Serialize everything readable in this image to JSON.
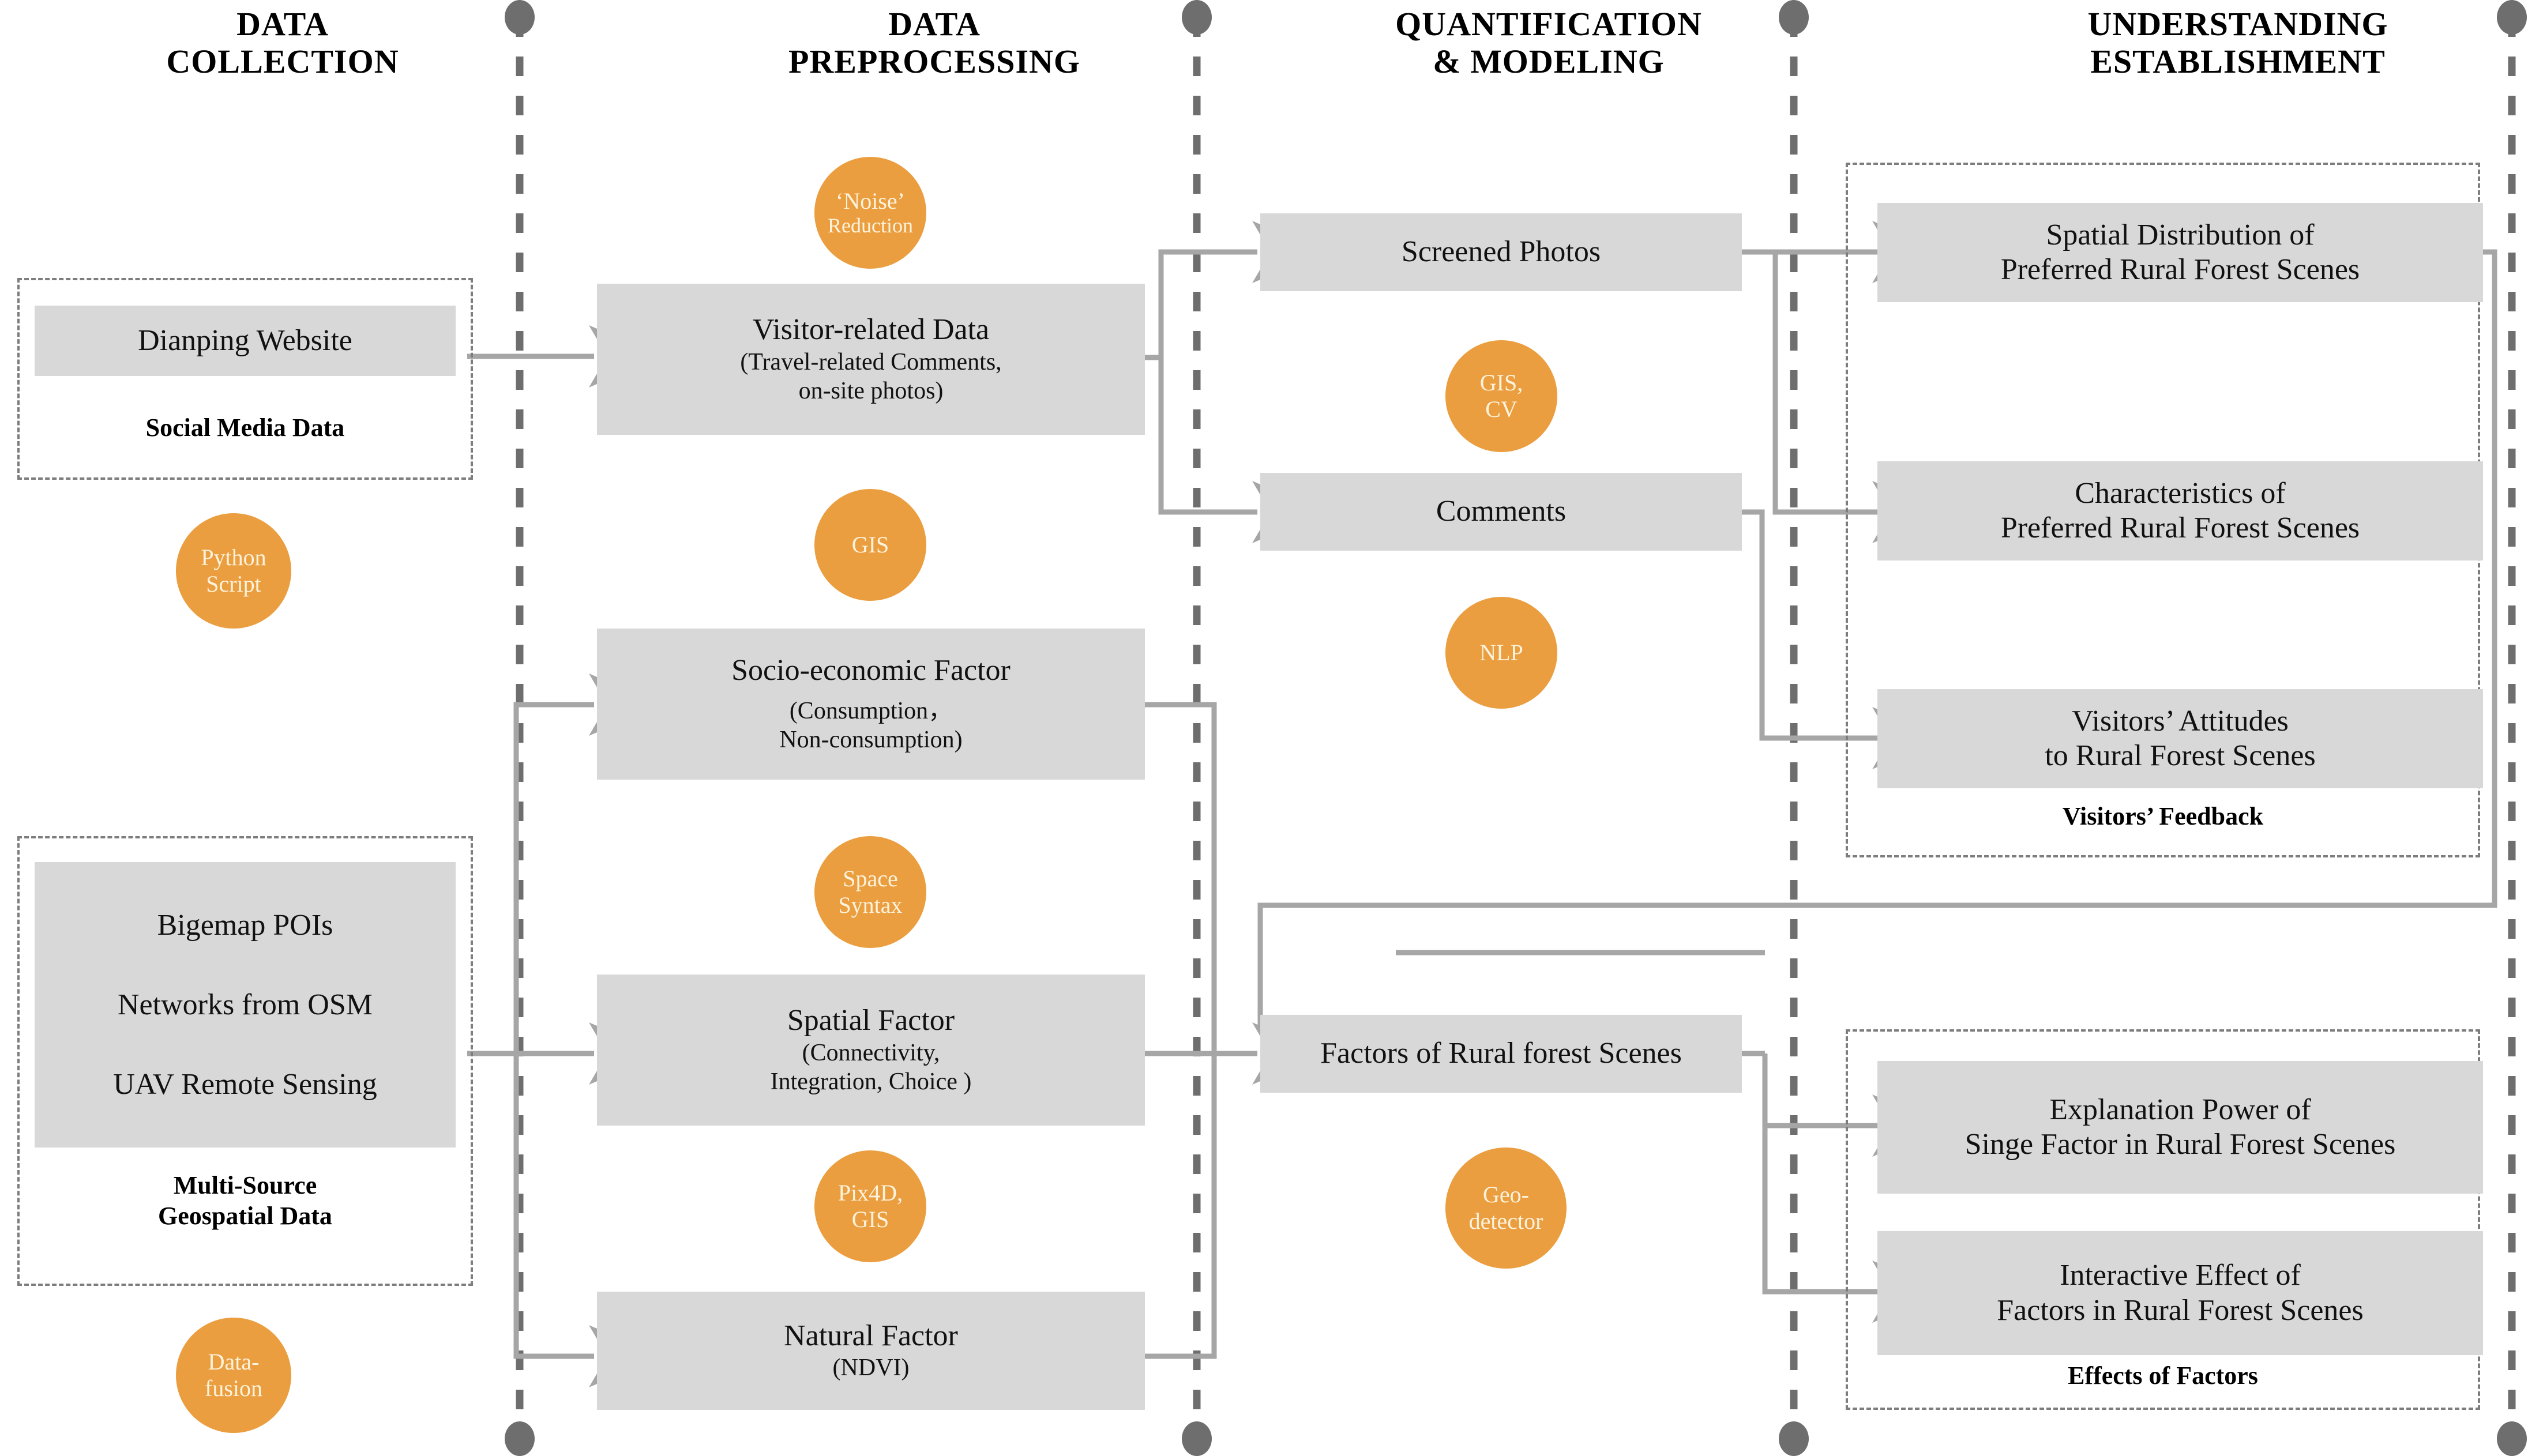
{
  "columns": [
    {
      "id": "data-collection",
      "line1": "DATA",
      "line2": "COLLECTION"
    },
    {
      "id": "data-preprocessing",
      "line1": "DATA",
      "line2": "PREPROCESSING"
    },
    {
      "id": "quantification-modeling",
      "line1": "QUANTIFICATION",
      "line2": "& MODELING"
    },
    {
      "id": "understanding-establishment",
      "line1": "UNDERSTANDING",
      "line2": "ESTABLISHMENT"
    }
  ],
  "collection": {
    "social_media": {
      "box": "Dianping Website",
      "label": "Social Media Data",
      "tool": {
        "line1": "Python",
        "line2": "Script"
      }
    },
    "geospatial": {
      "items": [
        "Bigemap POIs",
        "Networks from OSM",
        "UAV Remote Sensing"
      ],
      "label_line1": "Multi-Source",
      "label_line2": "Geospatial Data",
      "tool": {
        "line1": "Data-",
        "line2": "fusion"
      }
    }
  },
  "preprocessing": {
    "visitor": {
      "title": "Visitor-related Data",
      "sub1": "(Travel-related Comments,",
      "sub2": "on-site photos)",
      "tool": {
        "line1": "‘Noise’",
        "line2": "Reduction"
      }
    },
    "socio": {
      "title": "Socio-economic Factor",
      "sub1": "(Consumption，",
      "sub2": "Non-consumption)",
      "tool": {
        "line1": "GIS",
        "line2": ""
      }
    },
    "spatial": {
      "title": "Spatial Factor",
      "sub1": "(Connectivity,",
      "sub2": "Integration, Choice )",
      "tool": {
        "line1": "Space",
        "line2": "Syntax"
      }
    },
    "natural": {
      "title": "Natural Factor",
      "sub1": "(NDVI)",
      "sub2": "",
      "tool": {
        "line1": "Pix4D,",
        "line2": "GIS"
      }
    }
  },
  "quantification": {
    "photos": {
      "title": "Screened  Photos",
      "tool": {
        "line1": "GIS,",
        "line2": "CV"
      }
    },
    "comments": {
      "title": "Comments",
      "tool": {
        "line1": "NLP",
        "line2": ""
      }
    },
    "factors": {
      "title": "Factors of Rural forest Scenes",
      "tool": {
        "line1": "Geo-",
        "line2": "detector"
      }
    }
  },
  "understanding": {
    "feedback_group": {
      "label": "Visitors’ Feedback",
      "boxes": [
        {
          "line1": "Spatial Distribution of",
          "line2": "Preferred Rural Forest Scenes"
        },
        {
          "line1": "Characteristics of",
          "line2": "Preferred Rural Forest Scenes"
        },
        {
          "line1": "Visitors’ Attitudes",
          "line2": "to Rural Forest Scenes"
        }
      ]
    },
    "effects_group": {
      "label": "Effects of Factors",
      "boxes": [
        {
          "line1": "Explanation Power of",
          "line2": "Singe Factor in Rural Forest Scenes"
        },
        {
          "line1": "Interactive Effect of",
          "line2": "Factors in Rural Forest Scenes"
        }
      ]
    }
  },
  "colors": {
    "accent_orange": "#eb9e3f",
    "box_gray": "#d8d8d8",
    "divider_gray": "#6e6e6e",
    "connector_gray": "#a6a6a6",
    "group_border": "#7d7d7d"
  }
}
